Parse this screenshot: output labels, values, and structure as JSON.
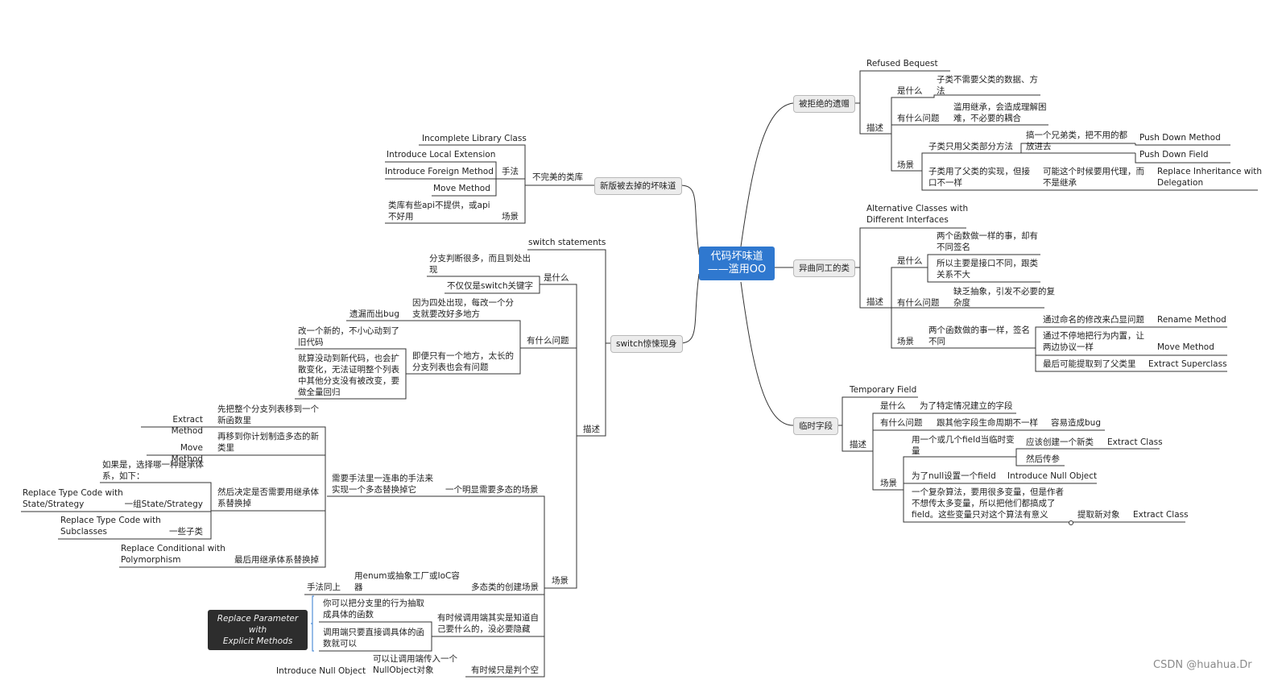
{
  "center": "代码坏味道\n——滥用OO",
  "watermark": "CSDN @huahua.Dr",
  "branches": {
    "refused": "被拒绝的遗赠",
    "alt": "异曲同工的类",
    "temp": "临时字段",
    "incomplete": "新版被去掉的坏味道",
    "switch": "switch惊悚现身"
  },
  "refused": {
    "title": "Refused Bequest",
    "desc": "描述",
    "what": "是什么",
    "what_text": "子类不需要父类的数据、方\n法",
    "problem": "有什么问题",
    "problem_text": "滥用继承，会造成理解困\n难，不必要的耦合",
    "scene": "场景",
    "s1": "子类只用父类部分方法",
    "s1a": "搞一个兄弟类，把不用的都\n放进去",
    "s1b": "Push Down Method",
    "s1c": "Push Down Field",
    "s2": "子类用了父类的实现，但接\n口不一样",
    "s2a": "可能这个时候要用代理，而\n不是继承",
    "s2b": "Replace Inheritance with\nDelegation"
  },
  "alt": {
    "title": "Alternative Classes with\nDifferent Interfaces",
    "desc": "描述",
    "what": "是什么",
    "what1": "两个函数做一样的事，却有\n不同签名",
    "what2": "所以主要是接口不同，跟类\n关系不大",
    "problem": "有什么问题",
    "problem_text": "缺乏抽象，引发不必要的复\n杂度",
    "scene": "场景",
    "s_text": "两个函数做的事一样，签名\n不同",
    "s1": "通过命名的修改来凸显问题",
    "s1m": "Rename Method",
    "s2": "通过不停地把行为内置，让\n两边协议一样",
    "s2m": "Move Method",
    "s3": "最后可能提取到了父类里",
    "s3m": "Extract Superclass"
  },
  "temp": {
    "title": "Temporary Field",
    "desc": "描述",
    "what": "是什么",
    "what_text": "为了特定情况建立的字段",
    "problem": "有什么问题",
    "problem_text": "跟其他字段生命周期不一样",
    "problem_text2": "容易造成bug",
    "scene": "场景",
    "s1": "用一个或几个field当临时变\n量",
    "s1a": "应该创建一个新类",
    "s1am": "Extract Class",
    "s1b": "然后传参",
    "s2": "为了null设置一个field",
    "s2m": "Introduce Null Object",
    "s3": "一个复杂算法，要用很多变量，但是作者\n不想传太多变量，所以把他们都搞成了\nfield。这些变量只对这个算法有意义",
    "s3a": "提取新对象",
    "s3m": "Extract Class"
  },
  "incomplete": {
    "node": "不完美的类库",
    "title": "Incomplete Library Class",
    "method": "手法",
    "m1": "Introduce Local Extension",
    "m2": "Introduce Foreign Method",
    "m3": "Move Method",
    "scene": "场景",
    "scene_text": "类库有些api不提供，或api\n不好用"
  },
  "switch": {
    "title": "switch statements",
    "what": "是什么",
    "what1": "分支判断很多，而且到处出\n现",
    "what2": "不仅仅是switch关键字",
    "problem": "有什么问题",
    "p1": "因为四处出现，每改一个分\n支就要改好多地方",
    "p1a": "遗漏而出bug",
    "p2": "即便只有一个地方，太长的\n分支列表也会有问题",
    "p2a": "改一个新的，不小心动到了\n旧代码",
    "p2b": "就算没动到新代码，也会扩\n散变化，无法证明整个列表\n中其他分支没有被改变，要\n做全量回归",
    "desc": "描述",
    "scene": "场景",
    "s1": "一个明显需要多态的场景",
    "s1a": "需要手法里一连串的手法来\n实现一个多态替换掉它",
    "st1": "先把整个分支列表移到一个\n新函数里",
    "st1m": "Extract Method",
    "st2": "再移到你计划制造多态的新\n类里",
    "st2m": "Move Method",
    "st3": "然后决定是否需要用继承体\n系替换掉",
    "st3a": "如果是，选择哪一种继承体\n系，如下：",
    "st3b": "一组State/Strategy",
    "st3bm": "Replace Type Code with\nState/Strategy",
    "st3c": "一些子类",
    "st3cm": "Replace Type Code with\nSubclasses",
    "st4": "最后用继承体系替换掉",
    "st4m": "Replace Conditional with\nPolymorphism",
    "s2": "多态类的创建场景",
    "s2a": "用enum或抽象工厂或IoC容\n器",
    "s2b": "手法同上",
    "s3": "有时候调用端其实是知道自\n己要什么的，没必要隐藏",
    "s3a": "你可以把分支里的行为抽取\n成具体的函数",
    "s3b": "调用端只要直接调具体的函\n数就可以",
    "s3m": "Replace Parameter with\nExplicit Methods",
    "s4": "有时候只是判个空",
    "s4a": "可以让调用端传入一个\nNullObject对象",
    "s4m": "Introduce Null Object"
  }
}
